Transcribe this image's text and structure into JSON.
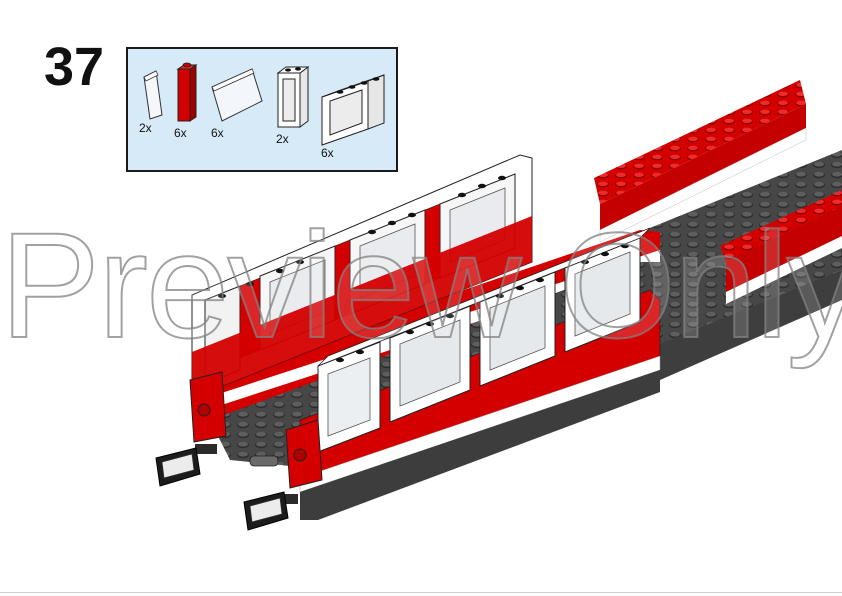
{
  "step": {
    "number": "37"
  },
  "parts_list": [
    {
      "icon": "glass-pane-1x1x2-icon",
      "qty": "2x"
    },
    {
      "icon": "red-brick-1x1x3-icon",
      "qty": "6x"
    },
    {
      "icon": "glass-pane-1x2x3-icon",
      "qty": "6x"
    },
    {
      "icon": "window-frame-1x2x3-icon",
      "qty": "2x"
    },
    {
      "icon": "window-frame-1x4x3-icon",
      "qty": "6x"
    }
  ],
  "watermark": "Preview Only",
  "colors": {
    "red": "#d40000",
    "dark_red": "#a10000",
    "white": "#ffffff",
    "dark_gray": "#3c3c3c",
    "mid_gray": "#5a5a5a",
    "parts_background": "#d6eaf8"
  }
}
